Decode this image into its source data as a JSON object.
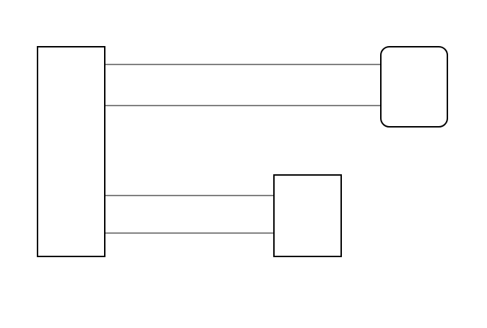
{
  "diagram": {
    "nodes": [
      {
        "id": "left-block",
        "shape": "rectangle"
      },
      {
        "id": "top-right-block",
        "shape": "rounded-rectangle"
      },
      {
        "id": "bottom-block",
        "shape": "rectangle"
      }
    ],
    "edges": [
      {
        "from": "left-block",
        "to": "top-right-block",
        "style": "line"
      },
      {
        "from": "left-block",
        "to": "top-right-block",
        "style": "line"
      },
      {
        "from": "left-block",
        "to": "bottom-block",
        "style": "line"
      },
      {
        "from": "left-block",
        "to": "bottom-block",
        "style": "line"
      }
    ],
    "colors": {
      "background": "#ffffff",
      "stroke": "#000000"
    }
  }
}
